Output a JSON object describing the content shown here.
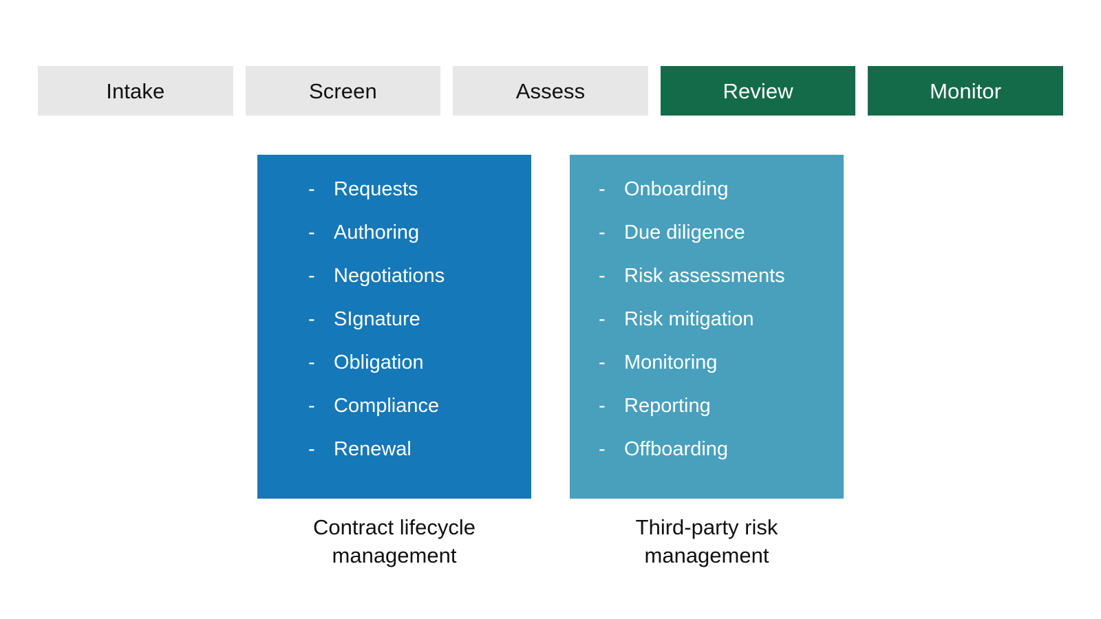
{
  "colors": {
    "background": "#ffffff",
    "stage_inactive_bg": "#e7e7e7",
    "stage_inactive_text": "#111111",
    "stage_active_bg": "#146b4a",
    "stage_active_text": "#ffffff",
    "panel_blue": "#1578b8",
    "panel_teal": "#48a0bd",
    "panel_text": "#ffffff",
    "caption_text": "#111111"
  },
  "stages": [
    {
      "label": "Intake",
      "state": "inactive"
    },
    {
      "label": "Screen",
      "state": "inactive"
    },
    {
      "label": "Assess",
      "state": "inactive"
    },
    {
      "label": "Review",
      "state": "active"
    },
    {
      "label": "Monitor",
      "state": "active"
    }
  ],
  "panels": [
    {
      "id": "contract-lifecycle-management",
      "color": "#1578b8",
      "bullet": "-",
      "caption": "Contract lifecycle\nmanagement",
      "items": [
        "Requests",
        "Authoring",
        "Negotiations",
        "SIgnature",
        "Obligation",
        "Compliance",
        "Renewal"
      ]
    },
    {
      "id": "third-party-risk-management",
      "color": "#48a0bd",
      "bullet": "-",
      "caption": "Third-party risk\nmanagement",
      "items": [
        "Onboarding",
        "Due diligence",
        "Risk assessments",
        "Risk mitigation",
        "Monitoring",
        "Reporting",
        "Offboarding"
      ]
    }
  ]
}
